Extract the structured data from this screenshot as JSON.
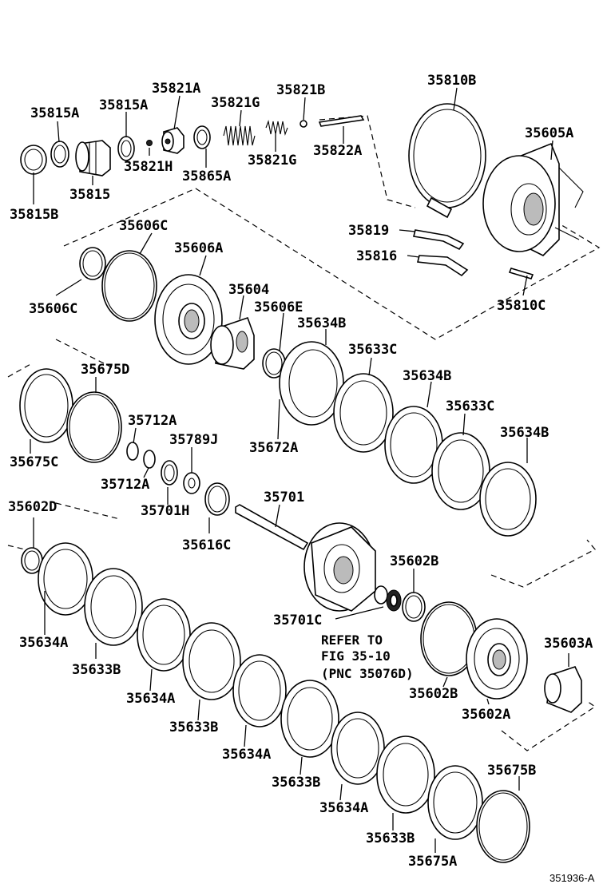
{
  "labels": {
    "l35810B": "35810B",
    "l35821A": "35821A",
    "l35821B": "35821B",
    "l35815A_1": "35815A",
    "l35815A_2": "35815A",
    "l35821G_1": "35821G",
    "l35605A": "35605A",
    "l35821H": "35821H",
    "l35865A": "35865A",
    "l35821G_2": "35821G",
    "l35822A": "35822A",
    "l35815": "35815",
    "l35815B": "35815B",
    "l35606C_1": "35606C",
    "l35819": "35819",
    "l35606A": "35606A",
    "l35816": "35816",
    "l35604": "35604",
    "l35606C_2": "35606C",
    "l35606E": "35606E",
    "l35810C": "35810C",
    "l35634B_1": "35634B",
    "l35633C_1": "35633C",
    "l35675D": "35675D",
    "l35634B_2": "35634B",
    "l35712A_1": "35712A",
    "l35633C_2": "35633C",
    "l35789J": "35789J",
    "l35634B_3": "35634B",
    "l35672A": "35672A",
    "l35675C": "35675C",
    "l35712A_2": "35712A",
    "l35701": "35701",
    "l35701H": "35701H",
    "l35602D": "35602D",
    "l35616C": "35616C",
    "l35602B_1": "35602B",
    "l35701C": "35701C",
    "l35603A": "35603A",
    "l35634A_1": "35634A",
    "l35633B_1": "35633B",
    "l35602B_2": "35602B",
    "l35634A_2": "35634A",
    "l35602A": "35602A",
    "l35633B_2": "35633B",
    "l35634A_3": "35634A",
    "l35633B_3": "35633B",
    "l35675B": "35675B",
    "l35634A_4": "35634A",
    "l35633B_4": "35633B",
    "l35675A": "35675A"
  },
  "refer_note": {
    "line1": "REFER TO",
    "line2": "FIG 35-10",
    "line3": "(PNC 35076D)"
  },
  "figure_code": "351936-A"
}
